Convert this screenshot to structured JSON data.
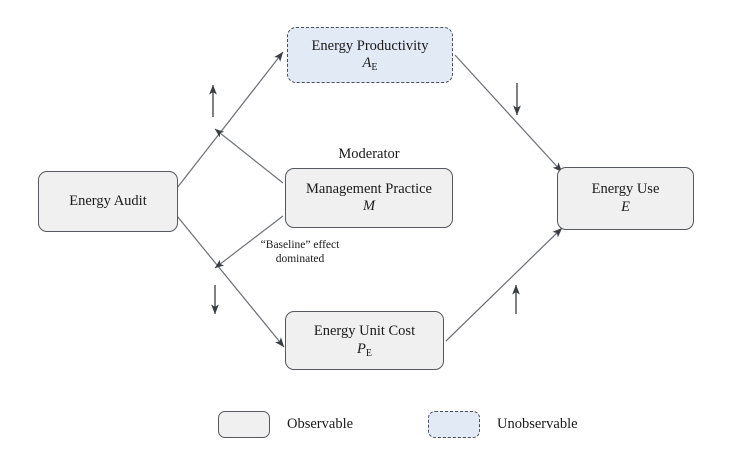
{
  "diagram": {
    "title": "Energy Audit causal pathway diagram",
    "nodes": [
      {
        "id": "energy-audit",
        "label": "Energy Audit",
        "symbol": "",
        "type": "observable"
      },
      {
        "id": "energy-productivity",
        "label": "Energy Productivity",
        "symbol": "A",
        "subscript": "E",
        "type": "unobservable"
      },
      {
        "id": "management-practice",
        "label": "Management Practice",
        "symbol": "M",
        "subscript": "",
        "type": "observable"
      },
      {
        "id": "energy-unit-cost",
        "label": "Energy Unit Cost",
        "symbol": "P",
        "subscript": "E",
        "type": "observable"
      },
      {
        "id": "energy-use",
        "label": "Energy Use",
        "symbol": "E",
        "subscript": "",
        "type": "observable"
      }
    ],
    "captions": {
      "moderator": "Moderator"
    },
    "annotations": {
      "baseline_line1": "“Baseline” effect",
      "baseline_line2": "dominated"
    },
    "sign_markers": [
      {
        "id": "audit-to-productivity",
        "glyph": "↑",
        "meaning": "increase"
      },
      {
        "id": "productivity-to-use",
        "glyph": "↓",
        "meaning": "decrease"
      },
      {
        "id": "audit-to-unit-cost",
        "glyph": "↓",
        "meaning": "decrease"
      },
      {
        "id": "unit-cost-to-use",
        "glyph": "↑",
        "meaning": "increase"
      }
    ],
    "legend": [
      {
        "id": "observable",
        "label": "Observable",
        "style": "solid",
        "fill": "#f0f0f0"
      },
      {
        "id": "unobservable",
        "label": "Unobservable",
        "style": "dashed",
        "fill": "#e2eaf6"
      }
    ],
    "colors": {
      "observable_fill": "#f0f0f0",
      "unobservable_fill": "#e2eaf6",
      "border": "#55585c",
      "edge": "#6e7277",
      "text": "#1a1a1a"
    }
  }
}
